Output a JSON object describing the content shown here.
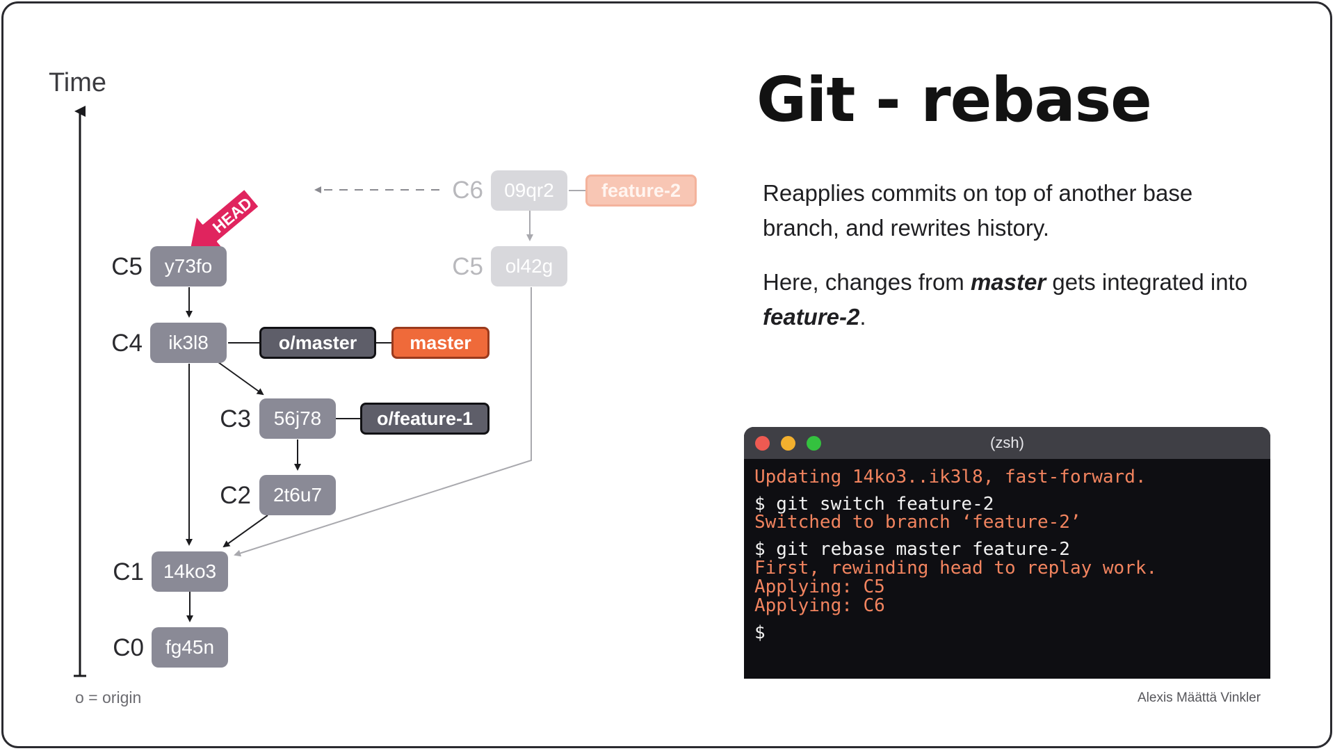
{
  "slide": {
    "title": "Git - rebase",
    "description": {
      "p1": "Reapplies commits on top of another base branch, and rewrites history.",
      "p2_before": "Here, changes from ",
      "p2_master": "master",
      "p2_middle": " gets integrated into ",
      "p2_feature": "feature-2",
      "p2_after": "."
    },
    "author": "Alexis Määttä Vinkler"
  },
  "diagram": {
    "time_axis_label": "Time",
    "legend": "o = origin",
    "head_label": "HEAD",
    "commits": [
      {
        "id": "c6-ghost",
        "label": "C6",
        "hash": "09qr2",
        "ghost": true
      },
      {
        "id": "c5-ghost",
        "label": "C5",
        "hash": "ol42g",
        "ghost": true
      },
      {
        "id": "c5",
        "label": "C5",
        "hash": "y73fo",
        "ghost": false
      },
      {
        "id": "c4",
        "label": "C4",
        "hash": "ik3l8",
        "ghost": false
      },
      {
        "id": "c3",
        "label": "C3",
        "hash": "56j78",
        "ghost": false
      },
      {
        "id": "c2",
        "label": "C2",
        "hash": "2t6u7",
        "ghost": false
      },
      {
        "id": "c1",
        "label": "C1",
        "hash": "14ko3",
        "ghost": false
      },
      {
        "id": "c0",
        "label": "C0",
        "hash": "fg45n",
        "ghost": false
      }
    ],
    "refs": {
      "feature2": "feature-2",
      "origin_master": "o/master",
      "master": "master",
      "origin_feature1": "o/feature-1"
    },
    "colors": {
      "commit": "#8a8a96",
      "commit_ghost": "#d8d8dc",
      "ref_remote": "#5e5e69",
      "ref_local": "#ef6a3a",
      "head_arrow": "#e0245e"
    }
  },
  "terminal": {
    "title": "(zsh)",
    "lines": [
      {
        "type": "out",
        "text": "Updating 14ko3..ik3l8, fast-forward."
      },
      {
        "type": "cmd",
        "text": "$ git switch feature-2"
      },
      {
        "type": "out",
        "text": "Switched to branch ‘feature-2’"
      },
      {
        "type": "cmd",
        "text": "$ git rebase master feature-2"
      },
      {
        "type": "out",
        "text": "First, rewinding head to replay work."
      },
      {
        "type": "out",
        "text": "Applying: C5"
      },
      {
        "type": "out",
        "text": "Applying: C6"
      },
      {
        "type": "cmd",
        "text": "$"
      }
    ]
  }
}
